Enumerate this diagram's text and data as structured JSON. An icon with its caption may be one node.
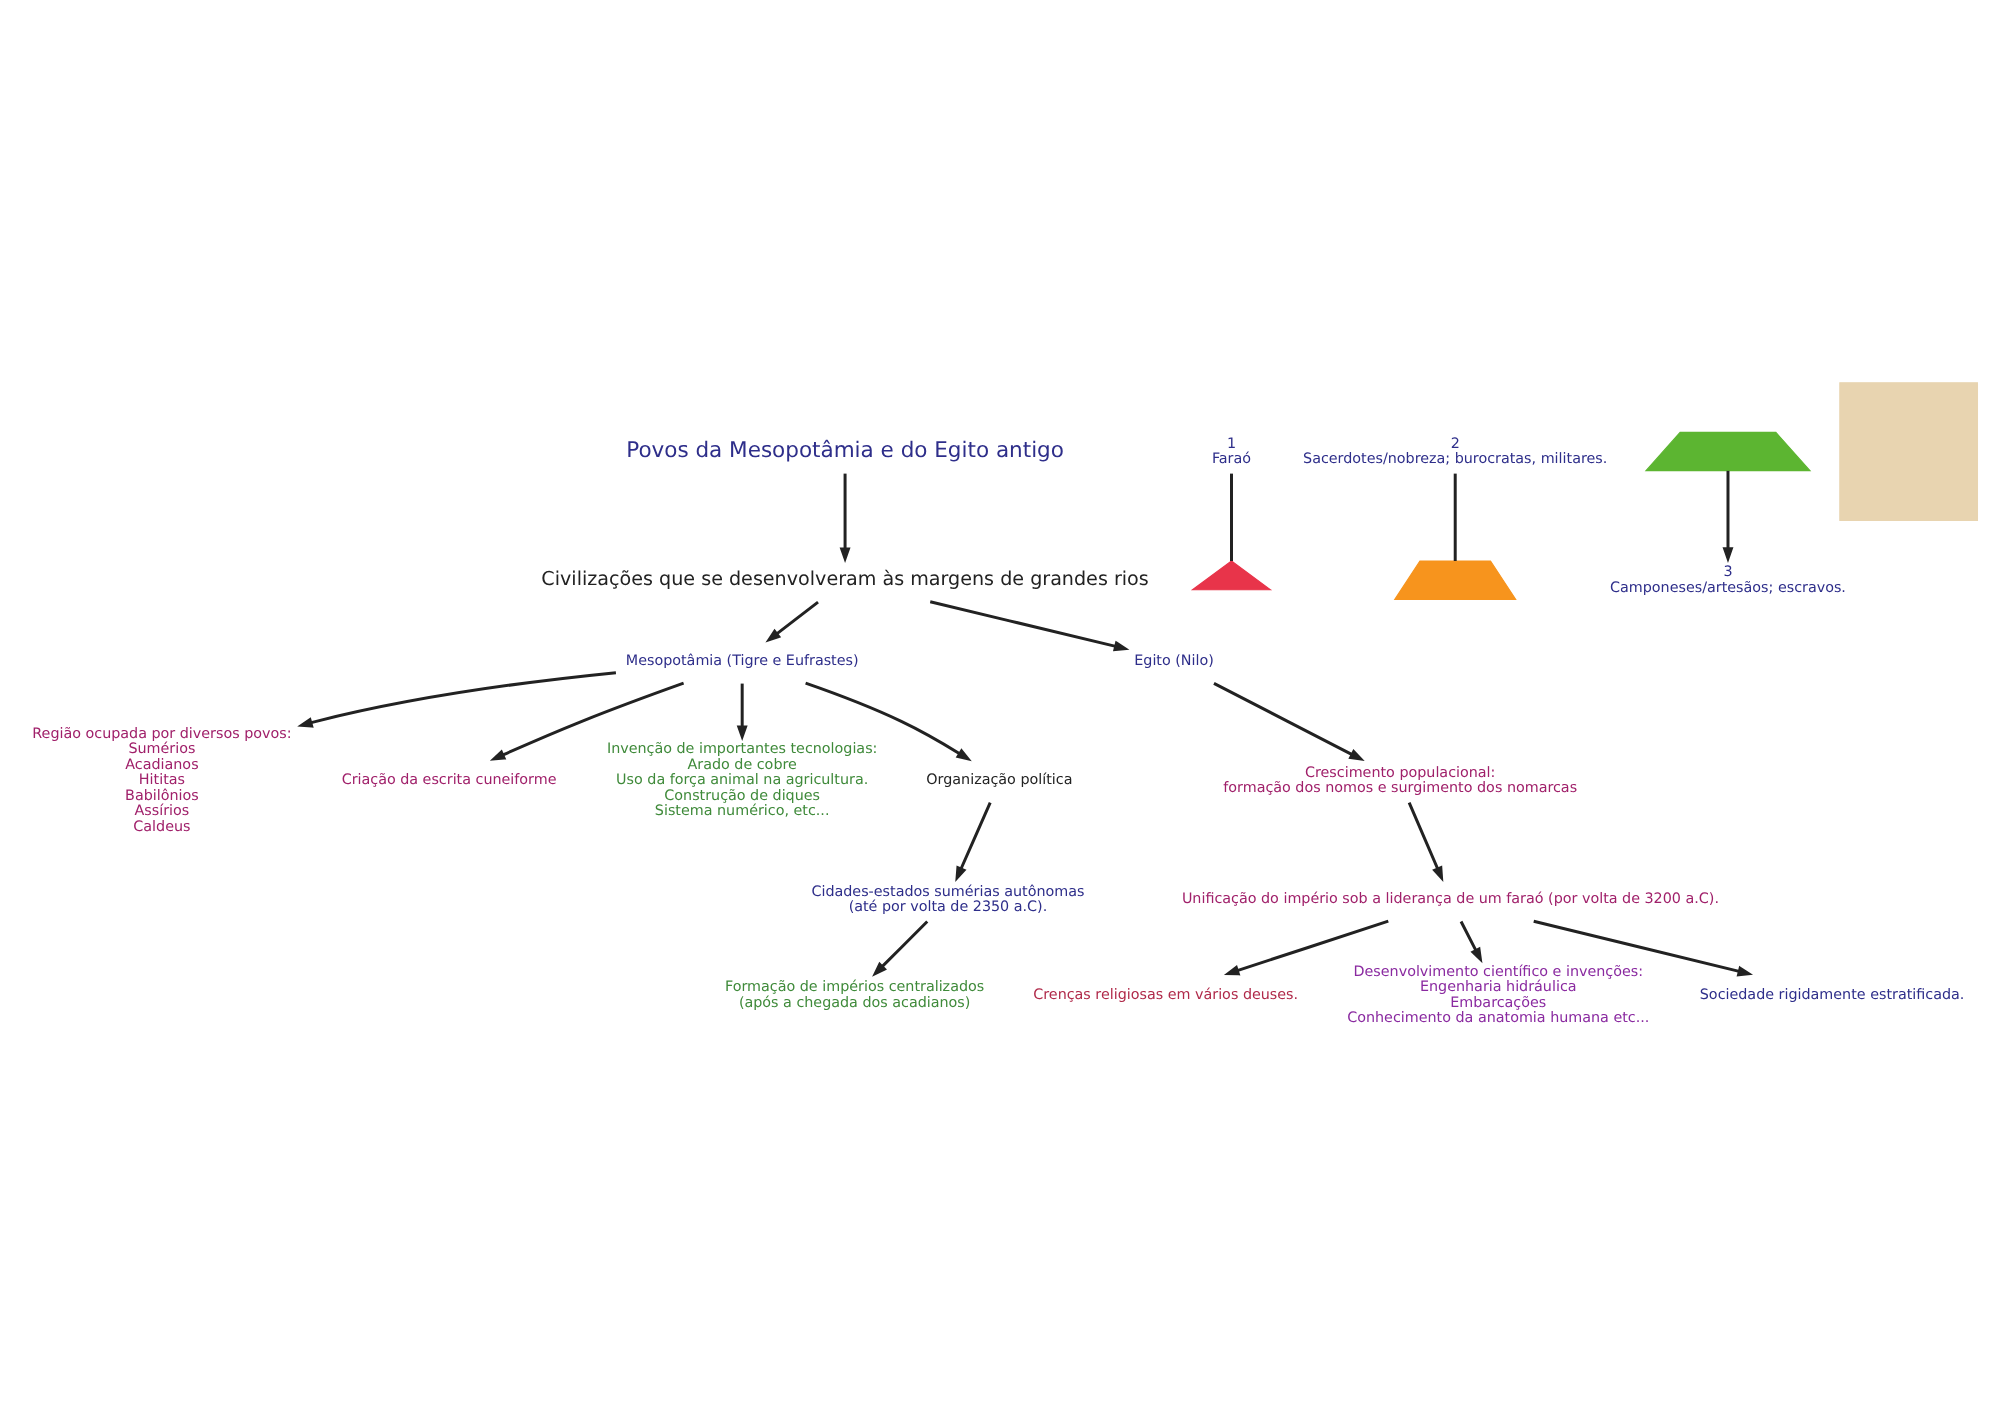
{
  "diagram": {
    "nodes": [
      {
        "text": [
          "Povos da Mesopotâmia e do Egito antigo"
        ]
      },
      {
        "text": [
          "Civilizações que se desenvolveram às margens de grandes rios"
        ]
      },
      {
        "text": [
          "Mesopotâmia (Tigre e Eufrastes)"
        ]
      },
      {
        "text": [
          "Egito (Nilo)"
        ]
      },
      {
        "text": [
          "Região ocupada por diversos povos:",
          "Sumérios",
          "Acadianos",
          "Hititas",
          "Babilônios",
          "Assírios",
          "Caldeus"
        ]
      },
      {
        "text": [
          "Criação da escrita cuneiforme"
        ]
      },
      {
        "text": [
          "Invenção de importantes tecnologias:",
          "Arado de cobre",
          "Uso da força animal na agricultura.",
          "Construção de diques",
          "Sistema numérico, etc..."
        ]
      },
      {
        "text": [
          "Organização política"
        ]
      },
      {
        "text": [
          "Cidades-estados sumérias autônomas",
          "(até por volta de 2350 a.C)."
        ]
      },
      {
        "text": [
          "Formação de impérios centralizados",
          "(após a chegada dos acadianos)"
        ]
      },
      {
        "text": [
          "Crescimento populacional:",
          "formação dos nomos e surgimento dos nomarcas"
        ]
      },
      {
        "text": [
          "Unificação do império sob a liderança de um faraó (por volta de 3200 a.C)."
        ]
      },
      {
        "text": [
          "Crenças religiosas em vários deuses."
        ]
      },
      {
        "text": [
          "Desenvolvimento científico e invenções:",
          "Engenharia hidráulica",
          "Embarcações",
          "Conhecimento da anatomia humana etc..."
        ]
      },
      {
        "text": [
          "Sociedade rigidamente estratificada."
        ]
      },
      {
        "text": [
          "1",
          "Faraó"
        ]
      },
      {
        "text": [
          "2",
          "Sacerdotes/nobreza; burocratas, militares."
        ]
      },
      {
        "text": [
          "3",
          "Camponeses/artesãos; escravos."
        ]
      },
      {
        "text": [],
        "shape": "triangle"
      },
      {
        "text": [],
        "shape": "trapezium"
      },
      {
        "text": [],
        "shape": "trapezium"
      },
      {
        "text": [],
        "shape": "box"
      }
    ],
    "edges": [
      {
        "from": 0,
        "to": 1,
        "arrow": "to"
      },
      {
        "from": 1,
        "to": 2,
        "arrow": "to"
      },
      {
        "from": 1,
        "to": 3,
        "arrow": "to"
      },
      {
        "from": 2,
        "to": 4,
        "arrow": "to"
      },
      {
        "from": 2,
        "to": 5,
        "arrow": "to"
      },
      {
        "from": 2,
        "to": 6,
        "arrow": "to"
      },
      {
        "from": 2,
        "to": 7,
        "arrow": "to"
      },
      {
        "from": 7,
        "to": 8,
        "arrow": "to"
      },
      {
        "from": 8,
        "to": 9,
        "arrow": "to"
      },
      {
        "from": 3,
        "to": 10,
        "arrow": "to"
      },
      {
        "from": 10,
        "to": 11,
        "arrow": "to"
      },
      {
        "from": 11,
        "to": 12,
        "arrow": "to"
      },
      {
        "from": 11,
        "to": 13,
        "arrow": "to"
      },
      {
        "from": 11,
        "to": 14,
        "arrow": "to"
      },
      {
        "from": 15,
        "to": 18,
        "arrow": "none"
      },
      {
        "from": 16,
        "to": 19,
        "arrow": "none"
      },
      {
        "from": 20,
        "to": 17,
        "arrow": "to"
      }
    ]
  }
}
